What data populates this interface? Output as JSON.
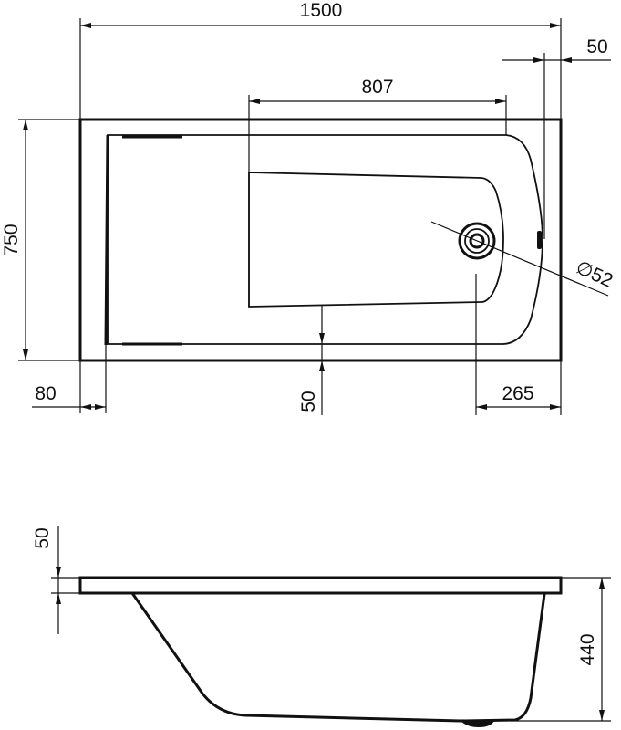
{
  "drawing": {
    "subject": "Bathtub dimension drawing",
    "top_view": {
      "dimensions": {
        "overall_length": "1500",
        "overflow_offset": "50",
        "inner_basin_length": "807",
        "overall_width": "750",
        "rim_left": "80",
        "rim_bottom": "50",
        "drain_offset": "265",
        "drain_diameter": "∅52"
      }
    },
    "side_view": {
      "dimensions": {
        "rim_thickness": "50",
        "total_height": "440"
      }
    },
    "colors": {
      "line": "#111111",
      "background": "#ffffff"
    }
  }
}
